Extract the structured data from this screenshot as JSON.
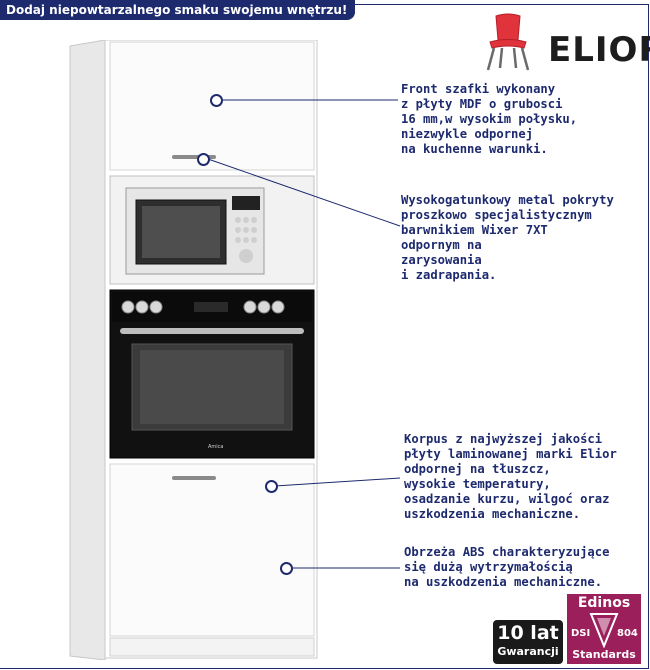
{
  "banner": "Dodaj niepowtarzalnego smaku swojemu wnętrzu!",
  "logo": {
    "text": "ELIOR",
    "icon": "red-chair-icon"
  },
  "colors": {
    "navy": "#1d2a6e",
    "logo_red": "#e0333c",
    "badge_magenta": "#9b1f5a"
  },
  "callouts": [
    "Front szafki wykonany\nz płyty MDF o grubosci\n16 mm,w wysokim połysku,\nniezwykle odpornej\nna kuchenne warunki.",
    "Wysokogatunkowy metal pokryty\nproszkowo specjalistycznym\nbarwnikiem Wixer 7XT\nodpornym na\nzarysowania\ni zadrapania.",
    "Korpus z najwyższej jakości\npłyty laminowanej marki Elior\nodpornej na tłuszcz,\nwysokie temperatury,\nosadzanie kurzu, wilgoć oraz\nuszkodzenia mechaniczne.",
    "Obrzeża ABS charakteryzujące\nsię dużą wytrzymałością\nna uszkodzenia mechaniczne."
  ],
  "warranty": {
    "big": "10 lat",
    "small": "Gwarancji"
  },
  "certificate": {
    "title": "Edinos",
    "left": "DSI",
    "right": "804",
    "bottom": "Standards"
  },
  "oven_brand": "Amica"
}
